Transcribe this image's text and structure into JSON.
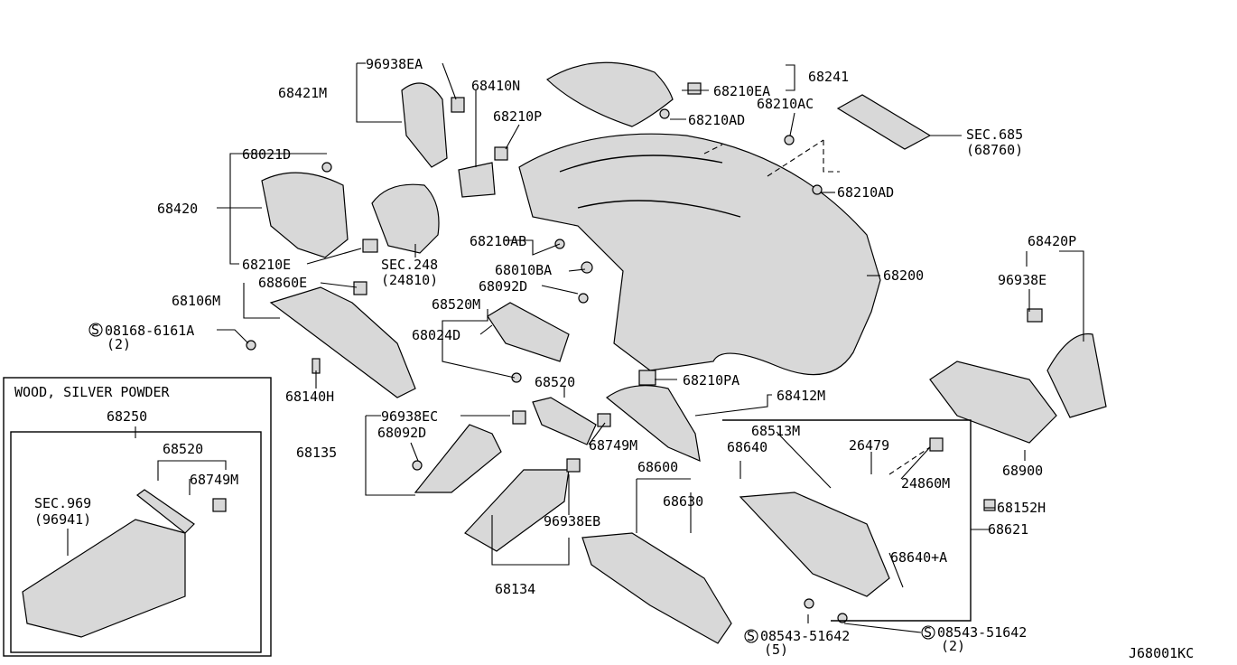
{
  "diagram_id": "J68001KC",
  "inset": {
    "title": "WOOD, SILVER POWDER",
    "part_number": "68250",
    "labels": [
      "68520",
      "68749M",
      "SEC.969",
      "(96941)"
    ]
  },
  "labels": [
    {
      "text": "96938EA"
    },
    {
      "text": "68421M"
    },
    {
      "text": "68410N"
    },
    {
      "text": "68210P"
    },
    {
      "text": "68241"
    },
    {
      "text": "68210EA"
    },
    {
      "text": "68210AC"
    },
    {
      "text": "68210AD"
    },
    {
      "text": "SEC.685"
    },
    {
      "text": "(68760)"
    },
    {
      "text": "68021D"
    },
    {
      "text": "68420"
    },
    {
      "text": "68210E"
    },
    {
      "text": "SEC.248"
    },
    {
      "text": "(24810)"
    },
    {
      "text": "68210AB"
    },
    {
      "text": "68010BA"
    },
    {
      "text": "68092D"
    },
    {
      "text": "68210AD"
    },
    {
      "text": "68200"
    },
    {
      "text": "68420P"
    },
    {
      "text": "96938E"
    },
    {
      "text": "68860E"
    },
    {
      "text": "68106M"
    },
    {
      "text": "08168-6161A"
    },
    {
      "text": "(2)"
    },
    {
      "text": "68520M"
    },
    {
      "text": "68024D"
    },
    {
      "text": "68140H"
    },
    {
      "text": "68520"
    },
    {
      "text": "68210PA"
    },
    {
      "text": "68412M"
    },
    {
      "text": "96938EC"
    },
    {
      "text": "68092D"
    },
    {
      "text": "68749M"
    },
    {
      "text": "68135"
    },
    {
      "text": "68513M"
    },
    {
      "text": "68640"
    },
    {
      "text": "26479"
    },
    {
      "text": "24860M"
    },
    {
      "text": "68900"
    },
    {
      "text": "68600"
    },
    {
      "text": "68630"
    },
    {
      "text": "96938EB"
    },
    {
      "text": "68152H"
    },
    {
      "text": "68621"
    },
    {
      "text": "68640+A"
    },
    {
      "text": "68134"
    },
    {
      "text": "08543-51642"
    },
    {
      "text": "(5)"
    },
    {
      "text": "08543-51642"
    },
    {
      "text": "(2)"
    }
  ],
  "symbols": {
    "s_circle": "S"
  }
}
